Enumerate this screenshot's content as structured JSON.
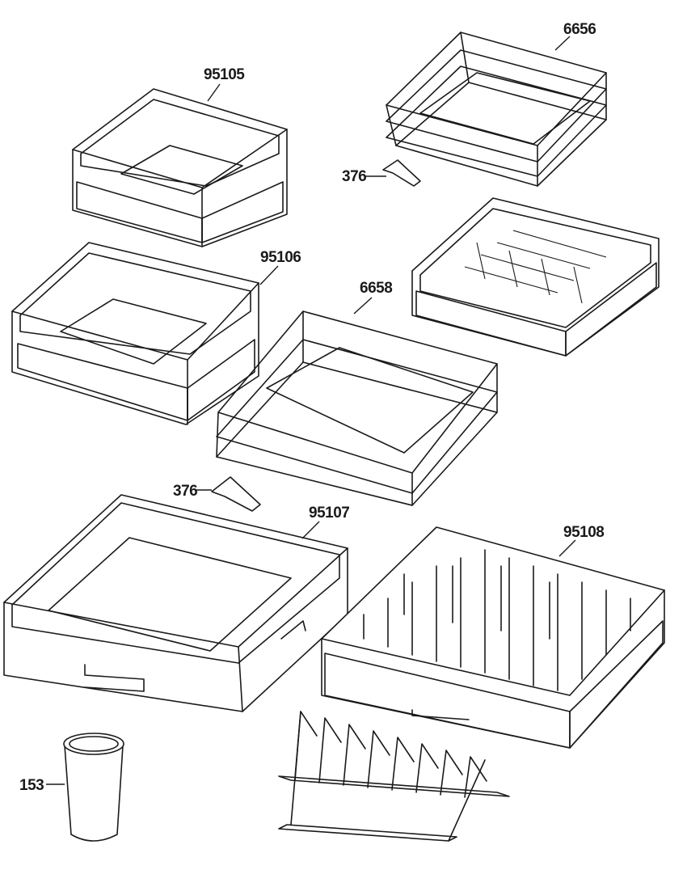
{
  "labels": {
    "p6656": "6656",
    "p95105": "95105",
    "p376a": "376",
    "p95106": "95106",
    "p6658": "6658",
    "p376b": "376",
    "p95107": "95107",
    "p95108": "95108",
    "p153": "153"
  }
}
